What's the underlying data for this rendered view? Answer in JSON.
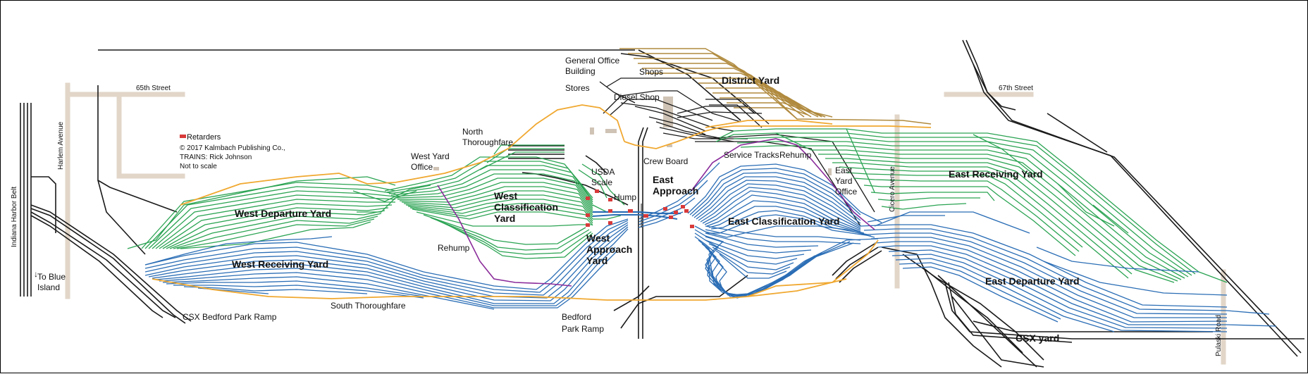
{
  "colors": {
    "road": "#e2d6c8",
    "district": "#b08a3e",
    "green": "#2aa352",
    "blue": "#2a6db5",
    "orange": "#f0a830",
    "purple": "#8a2b9a",
    "black": "#1a1a1a",
    "retarder": "#d83a3a"
  },
  "legend": {
    "retarders": "Retarders",
    "copyright": "© 2017 Kalmbach Publishing Co.,",
    "trains": "TRAINS: Rick Johnson",
    "scale": "Not to scale"
  },
  "roads": {
    "s65": "65th Street",
    "s67": "67th Street",
    "harlem": "Harlem Avenue",
    "cicero": "Cicero Avenue",
    "pulaski": "Pulaski Road"
  },
  "yards": {
    "district": "District Yard",
    "west_departure": "West Departure Yard",
    "west_receiving": "West Receiving Yard",
    "west_class_1": "West",
    "west_class_2": "Classification",
    "west_class_3": "Yard",
    "west_approach_1": "West",
    "west_approach_2": "Approach",
    "west_approach_3": "Yard",
    "east_approach_1": "East",
    "east_approach_2": "Approach",
    "east_class": "East Classification Yard",
    "east_receiving": "East Receiving Yard",
    "east_departure": "East Departure Yard",
    "csx": "CSX yard"
  },
  "labels": {
    "ihb": "Indiana Harbor Belt",
    "blue_island_1": "To Blue",
    "blue_island_2": "Island",
    "gen_office_1": "General Office",
    "gen_office_2": "Building",
    "stores": "Stores",
    "shops": "Shops",
    "diesel": "Diesel Shop",
    "north_thor_1": "North",
    "north_thor_2": "Thoroughfare",
    "west_office_1": "West Yard",
    "west_office_2": "Office",
    "usda_1": "USDA",
    "usda_2": "Scale",
    "hump": "Hump",
    "crew": "Crew Board",
    "service": "Service Tracks",
    "rehump_east": "Rehump",
    "rehump_west": "Rehump",
    "east_office_1": "East",
    "east_office_2": "Yard",
    "east_office_3": "Office",
    "csx_ramp": "CSX Bedford Park Ramp",
    "south_thor": "South Thoroughfare",
    "bedford_1": "Bedford",
    "bedford_2": "Park Ramp"
  }
}
